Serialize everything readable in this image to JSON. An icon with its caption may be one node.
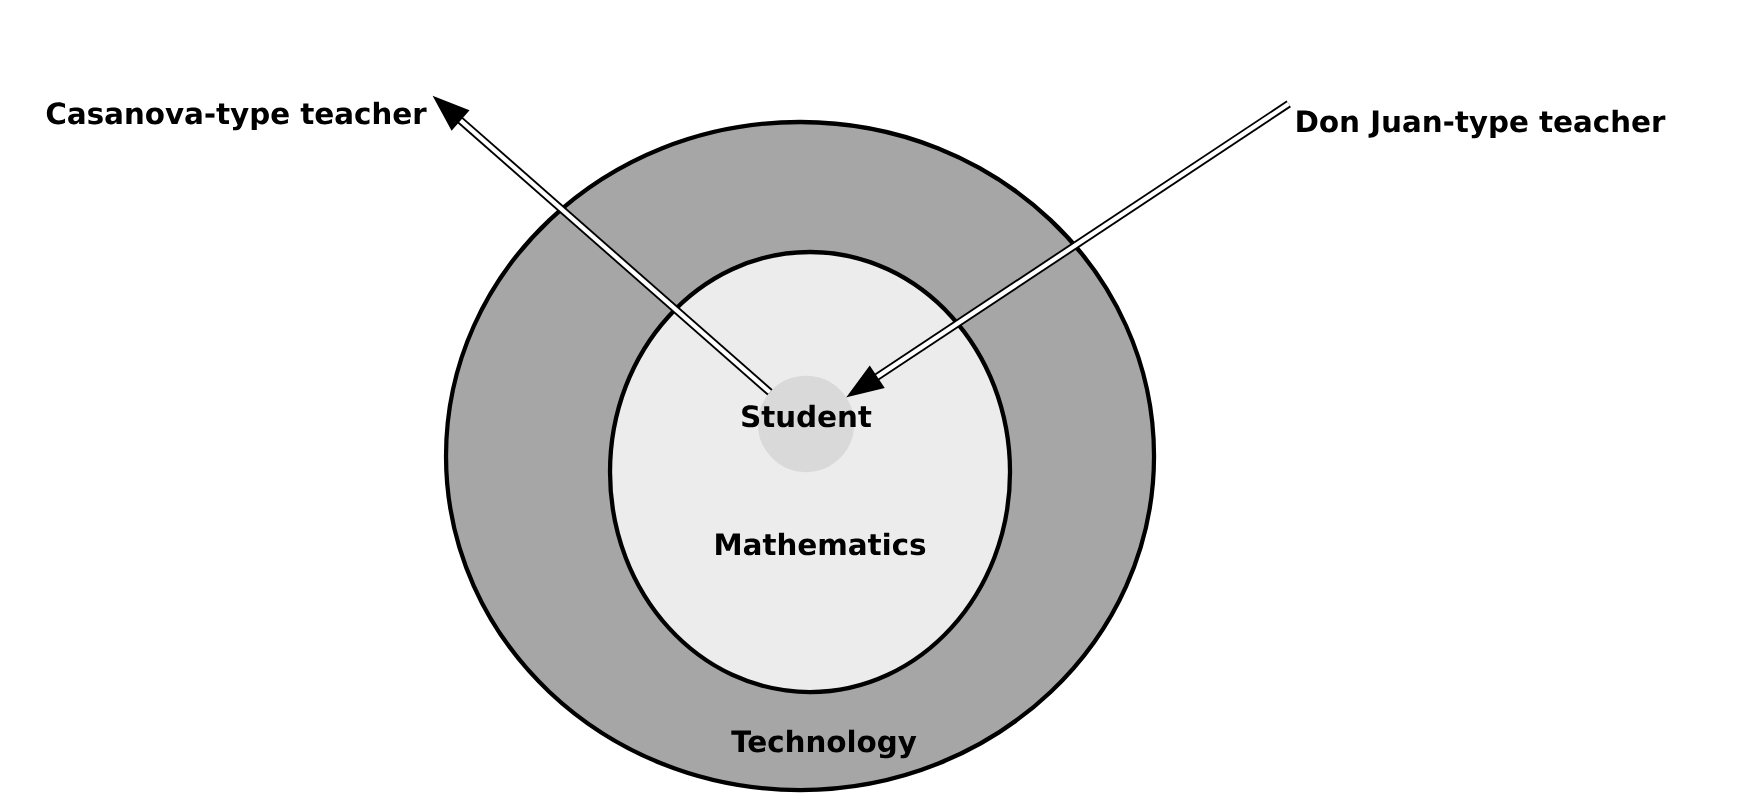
{
  "diagram": {
    "nodes": [
      {
        "text": [
          "Technology"
        ]
      },
      {
        "text": [
          "Mathematics"
        ],
        "in": 0
      },
      {
        "text": [
          "Student"
        ],
        "in": 1
      },
      {
        "text": [
          "Casanova-type teacher"
        ]
      },
      {
        "text": [
          "Don Juan-type teacher"
        ]
      }
    ],
    "edges": [
      {
        "from": 2,
        "to": 3,
        "arrow": "to"
      },
      {
        "from": 4,
        "to": 2,
        "arrow": "to"
      }
    ]
  }
}
